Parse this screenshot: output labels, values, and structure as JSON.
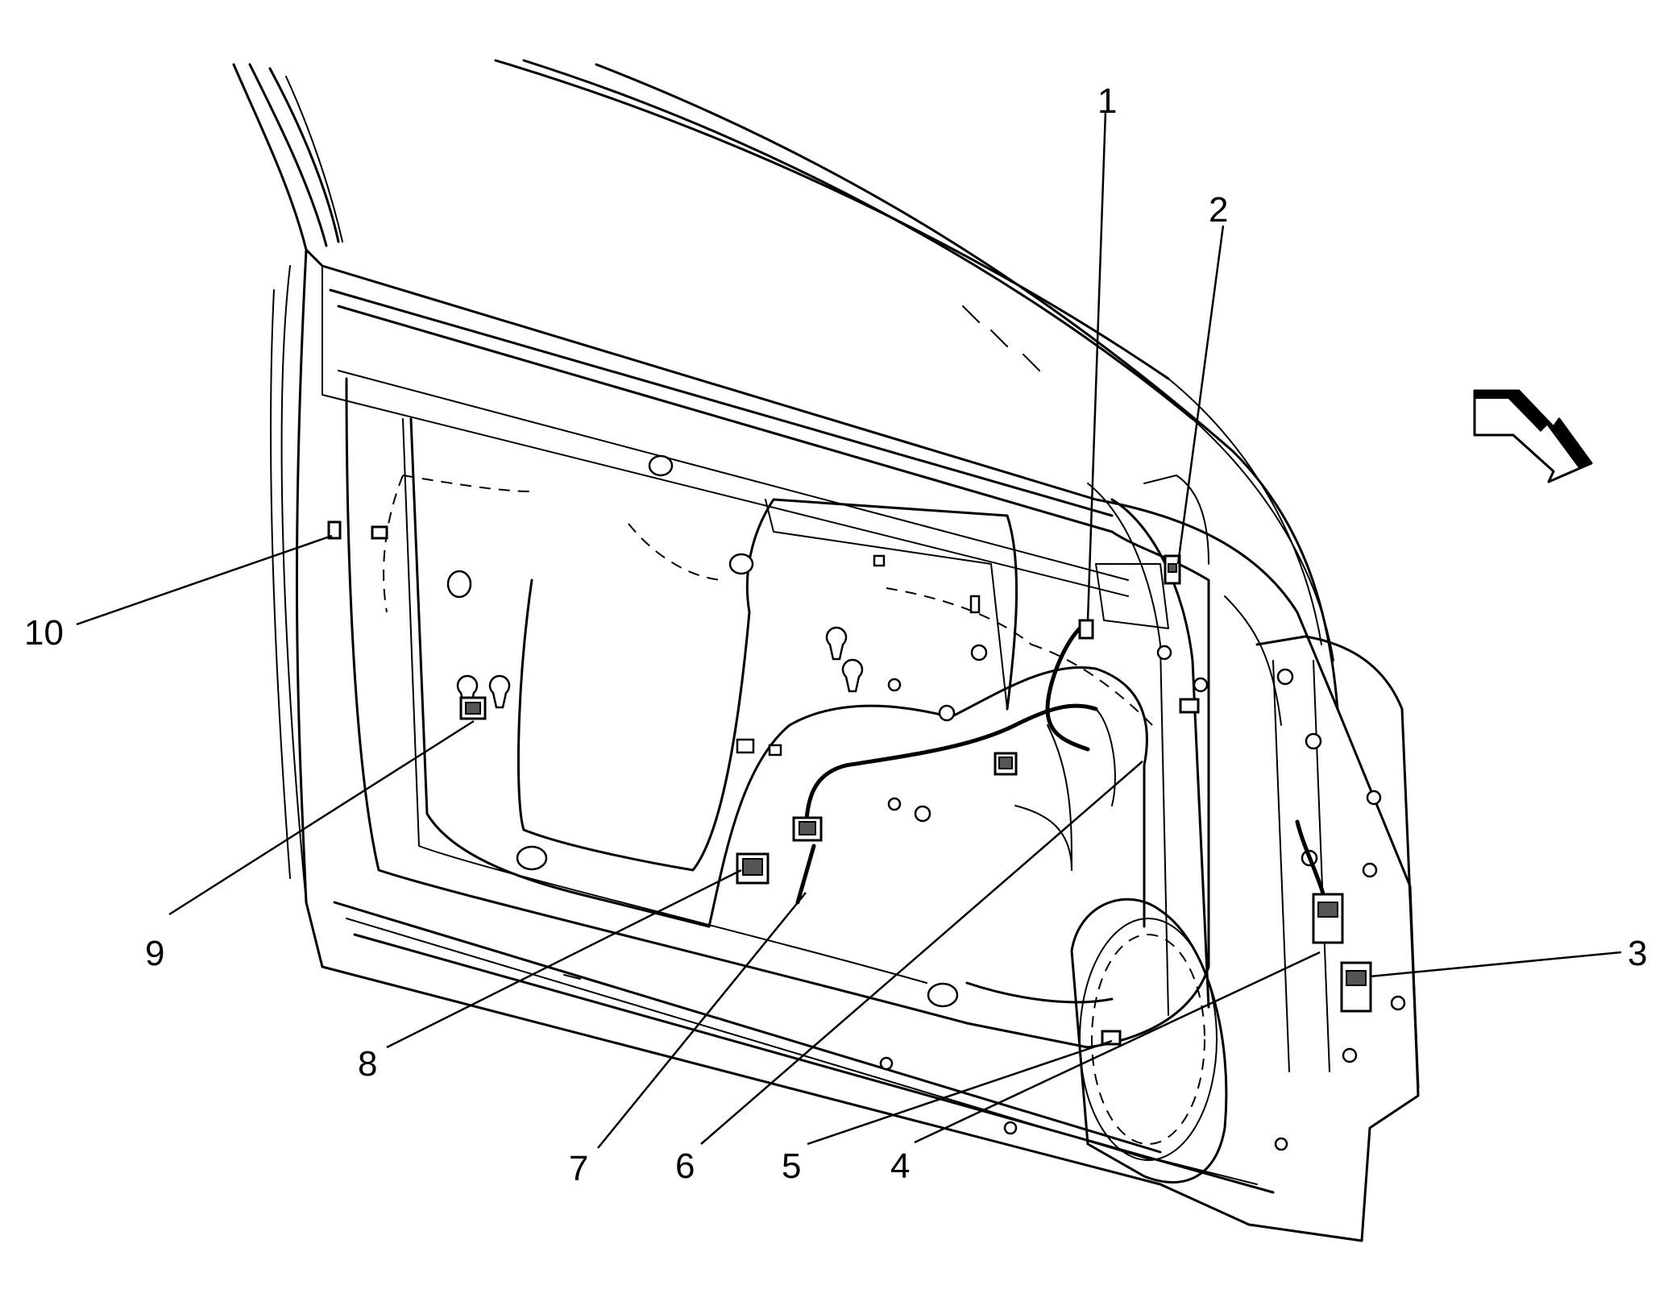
{
  "callouts": [
    {
      "id": "1",
      "label": "1"
    },
    {
      "id": "2",
      "label": "2"
    },
    {
      "id": "3",
      "label": "3"
    },
    {
      "id": "4",
      "label": "4"
    },
    {
      "id": "5",
      "label": "5"
    },
    {
      "id": "6",
      "label": "6"
    },
    {
      "id": "7",
      "label": "7"
    },
    {
      "id": "8",
      "label": "8"
    },
    {
      "id": "9",
      "label": "9"
    },
    {
      "id": "10",
      "label": "10"
    }
  ],
  "view_indicator": {
    "icon": "front-direction-arrow-icon"
  }
}
